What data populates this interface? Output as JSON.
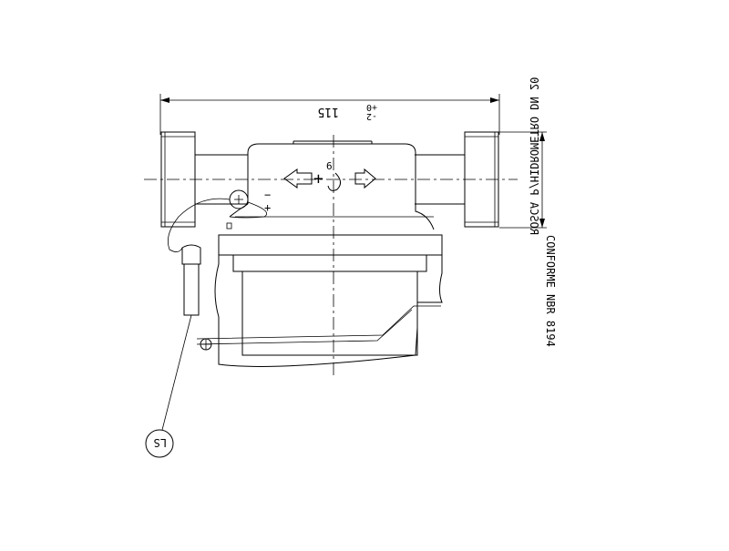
{
  "drawing": {
    "dimension_width": "115",
    "dimension_tolerance_minus": "-2",
    "dimension_tolerance_plus": "+0",
    "side_note_line1": "ROSCA P/HIDROMETRO DN 20",
    "side_note_line2": "CONFORME NBR 8194",
    "polarity_minus": "−",
    "polarity_plus": "+",
    "seal_callout": "LS",
    "flow_symbol": "+",
    "flow_digit": "6"
  },
  "colors": {
    "line": "#000000",
    "background": "#ffffff"
  }
}
